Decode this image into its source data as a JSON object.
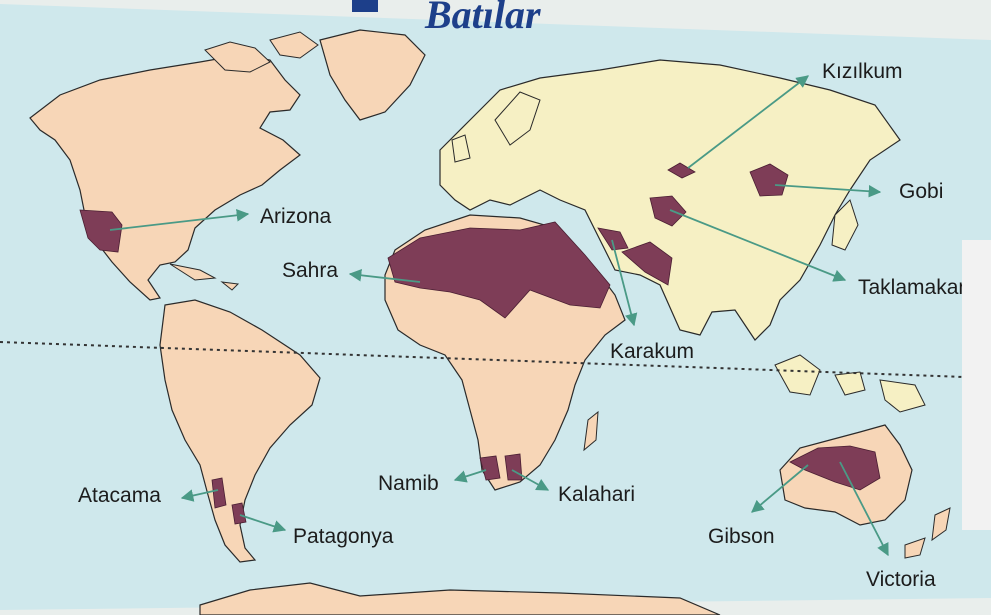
{
  "map": {
    "header_fragment": "Batılar",
    "colors": {
      "ocean": "#cfe8ec",
      "land": "#f7d6b7",
      "eurasia_land": "#f6f0c4",
      "desert": "#7e3d57",
      "arrow": "#4a9a86",
      "equator": "#333333"
    },
    "deserts": [
      {
        "key": "arizona",
        "label": "Arizona",
        "region": "North America"
      },
      {
        "key": "sahra",
        "label": "Sahra",
        "region": "Africa"
      },
      {
        "key": "karakum",
        "label": "Karakum",
        "region": "Central Asia"
      },
      {
        "key": "kizilkum",
        "label": "Kızılkum",
        "region": "Central Asia"
      },
      {
        "key": "gobi",
        "label": "Gobi",
        "region": "East Asia"
      },
      {
        "key": "taklamakan",
        "label": "Taklamakan",
        "region": "Central Asia"
      },
      {
        "key": "atacama",
        "label": "Atacama",
        "region": "South America"
      },
      {
        "key": "patagonya",
        "label": "Patagonya",
        "region": "South America"
      },
      {
        "key": "namib",
        "label": "Namib",
        "region": "Africa"
      },
      {
        "key": "kalahari",
        "label": "Kalahari",
        "region": "Africa"
      },
      {
        "key": "gibson",
        "label": "Gibson",
        "region": "Australia"
      },
      {
        "key": "victoria",
        "label": "Victoria",
        "region": "Australia"
      }
    ]
  }
}
